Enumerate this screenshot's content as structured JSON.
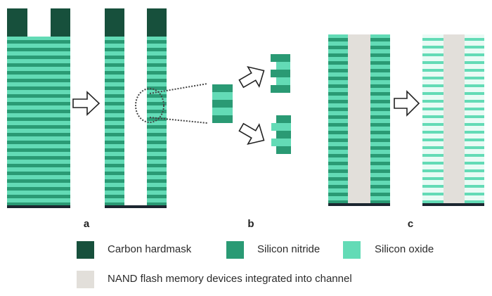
{
  "colors": {
    "carbon_hardmask": "#17503c",
    "silicon_nitride": "#2a9a74",
    "silicon_oxide": "#63dbb6",
    "channel": "#e2dfda",
    "base": "#1c2630",
    "background": "#ffffff",
    "arrow_stroke": "#222222",
    "dotted": "#444444"
  },
  "panels": [
    {
      "id": "a",
      "label": "a"
    },
    {
      "id": "b",
      "label": "b"
    },
    {
      "id": "c",
      "label": "c"
    }
  ],
  "stack": {
    "layer_pairs": 21,
    "description": "Alternating silicon nitride / silicon oxide layer stack"
  },
  "legend": {
    "items": [
      {
        "key": "carbon_hardmask",
        "label": "Carbon hardmask"
      },
      {
        "key": "silicon_nitride",
        "label": "Silicon nitride"
      },
      {
        "key": "silicon_oxide",
        "label": "Silicon oxide"
      },
      {
        "key": "channel",
        "label": "NAND flash memory devices integrated into channel"
      }
    ]
  }
}
